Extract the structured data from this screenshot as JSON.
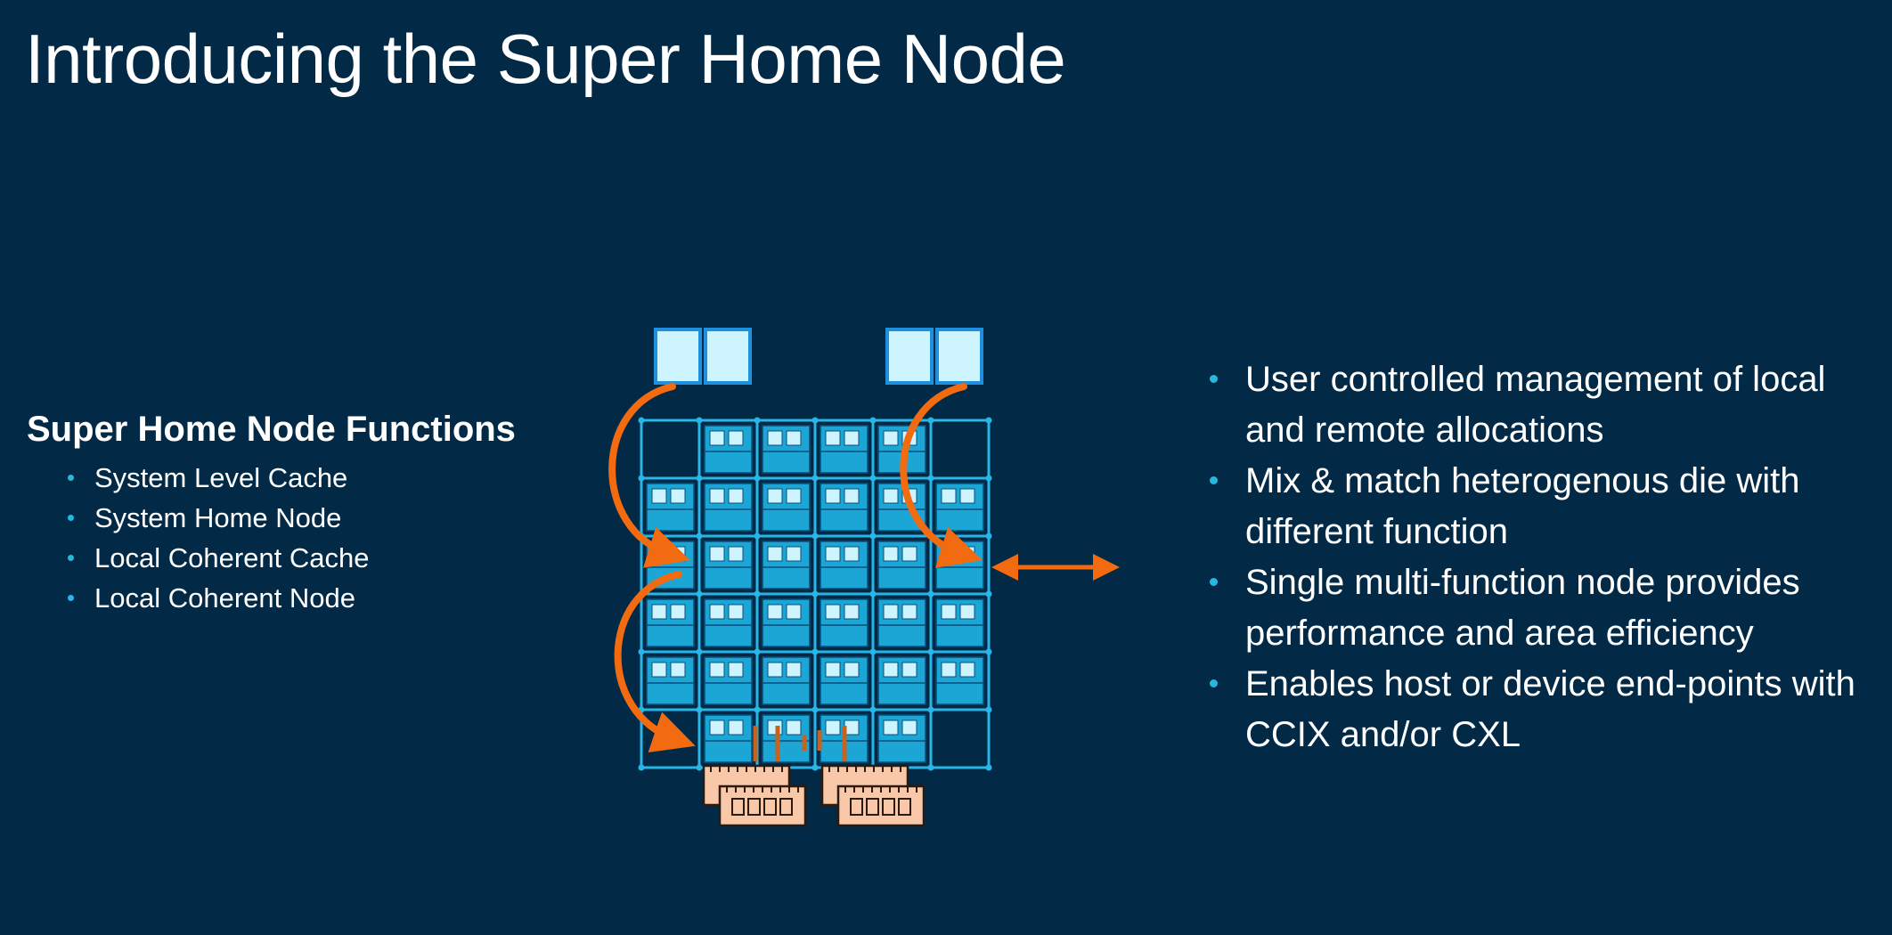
{
  "slide": {
    "title": "Introducing the Super Home Node"
  },
  "functions": {
    "heading": "Super Home Node Functions",
    "items": [
      "System Level Cache",
      "System Home Node",
      "Local Coherent Cache",
      "Local Coherent Node"
    ]
  },
  "benefits": {
    "items": [
      "User controlled management of local and remote allocations",
      "Mix & match heterogenous die with different function",
      "Single multi-function node provides performance and area efficiency",
      "Enables host or device end-points with CCIX and/or CXL"
    ]
  },
  "colors": {
    "background": "#022a47",
    "tile": "#1ba6d6",
    "tile_light": "#cdf4ff",
    "mesh_line": "#29b6e6",
    "arrow": "#f26b10",
    "memory": "#f8c8a8",
    "bullet": "#27b8e0"
  },
  "icons": {
    "arrows": "orange-curved-arrow-icon",
    "memory": "memory-module-icon",
    "external_die": "die-block-icon"
  }
}
